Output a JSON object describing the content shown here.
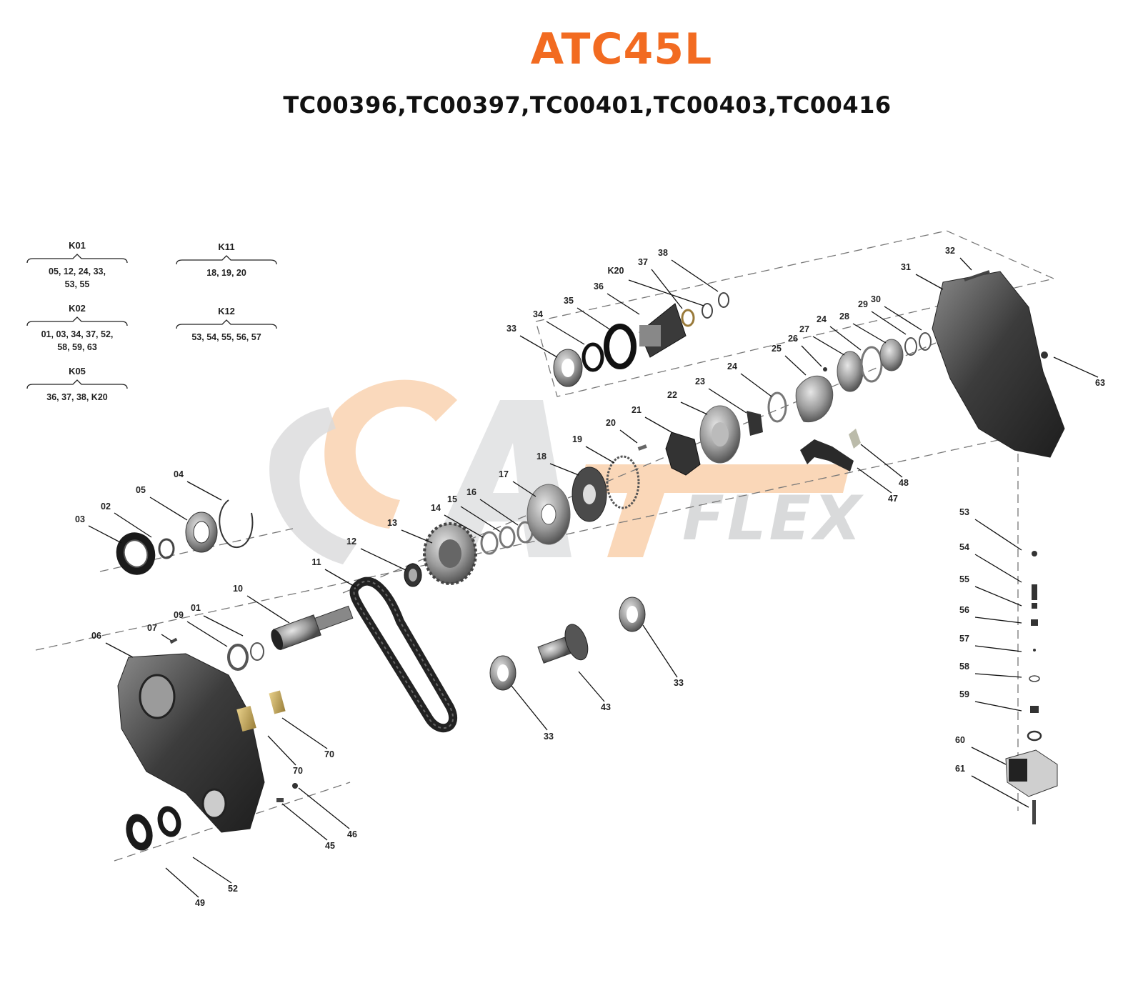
{
  "header": {
    "title": "ATC45L",
    "subtitle": "TC00396,TC00397,TC00401,TC00403,TC00416",
    "title_color": "#f26b21"
  },
  "watermark": {
    "text": "FLEX",
    "accent_color": "#f8c9a0",
    "gray_color": "#d9dadb"
  },
  "kits": [
    {
      "label": "K01",
      "lines": [
        "05, 12, 24, 33,",
        "53, 55"
      ]
    },
    {
      "label": "K02",
      "lines": [
        "01, 03, 34, 37, 52,",
        "58, 59, 63"
      ]
    },
    {
      "label": "K05",
      "lines": [
        "36, 37, 38, K20"
      ]
    },
    {
      "label": "K11",
      "lines": [
        "18, 19, 20"
      ]
    },
    {
      "label": "K12",
      "lines": [
        "53, 54, 55, 56, 57"
      ]
    }
  ],
  "callouts": [
    "01",
    "02",
    "03",
    "04",
    "05",
    "06",
    "07",
    "09",
    "10",
    "11",
    "12",
    "13",
    "14",
    "15",
    "16",
    "17",
    "18",
    "19",
    "20",
    "21",
    "22",
    "23",
    "24",
    "24",
    "25",
    "26",
    "27",
    "28",
    "29",
    "30",
    "31",
    "32",
    "33",
    "33",
    "33",
    "33",
    "34",
    "35",
    "36",
    "37",
    "38",
    "K20",
    "43",
    "45",
    "46",
    "47",
    "48",
    "49",
    "52",
    "53",
    "54",
    "55",
    "56",
    "57",
    "58",
    "59",
    "60",
    "61",
    "63",
    "70",
    "70"
  ]
}
